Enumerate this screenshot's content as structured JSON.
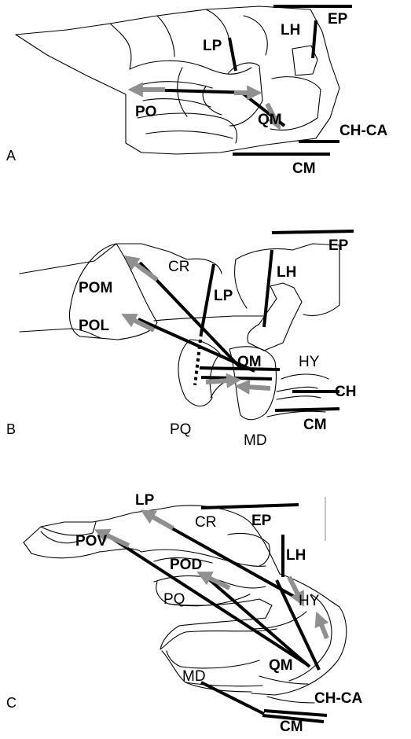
{
  "panels": [
    {
      "letter": "A",
      "labels": {
        "ep": "EP",
        "lh": "LH",
        "lp": "LP",
        "po": "PO",
        "qm": "QM",
        "chca": "CH-CA",
        "cm": "CM"
      }
    },
    {
      "letter": "B",
      "labels": {
        "ep": "EP",
        "cr": "CR",
        "lh": "LH",
        "pom": "POM",
        "lp": "LP",
        "pol": "POL",
        "qm": "QM",
        "hy": "HY",
        "ch": "CH",
        "cm": "CM",
        "pq": "PQ",
        "md": "MD"
      }
    },
    {
      "letter": "C",
      "labels": {
        "lp": "LP",
        "cr": "CR",
        "ep": "EP",
        "lh": "LH",
        "pov": "POV",
        "pod": "POD",
        "pq": "PQ",
        "hy": "HY",
        "qm": "QM",
        "md": "MD",
        "chca": "CH-CA",
        "cm": "CM"
      }
    }
  ],
  "colors": {
    "muscle_line": "#000000",
    "force_arrow": "#909090"
  }
}
